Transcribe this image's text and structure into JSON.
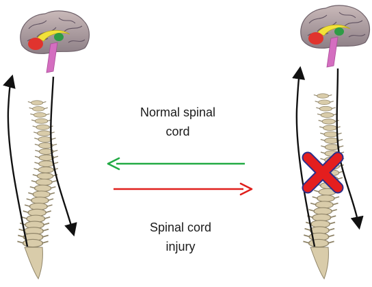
{
  "labels": {
    "normal": [
      "Normal spinal",
      "cord"
    ],
    "injury": [
      "Spinal cord",
      "injury"
    ]
  },
  "colors": {
    "normal_arrow": "#22aa44",
    "injury_arrow": "#e0201c",
    "pathway": "#111111",
    "injury_mark": "#e41e1e",
    "injury_mark_outline": "#2a2f8a",
    "bone": "#d9ccaa",
    "bone_shadow": "#8f8468"
  },
  "icons": {
    "brain": "brain-icon",
    "spine": "spine-icon",
    "block": "x-mark-icon"
  }
}
